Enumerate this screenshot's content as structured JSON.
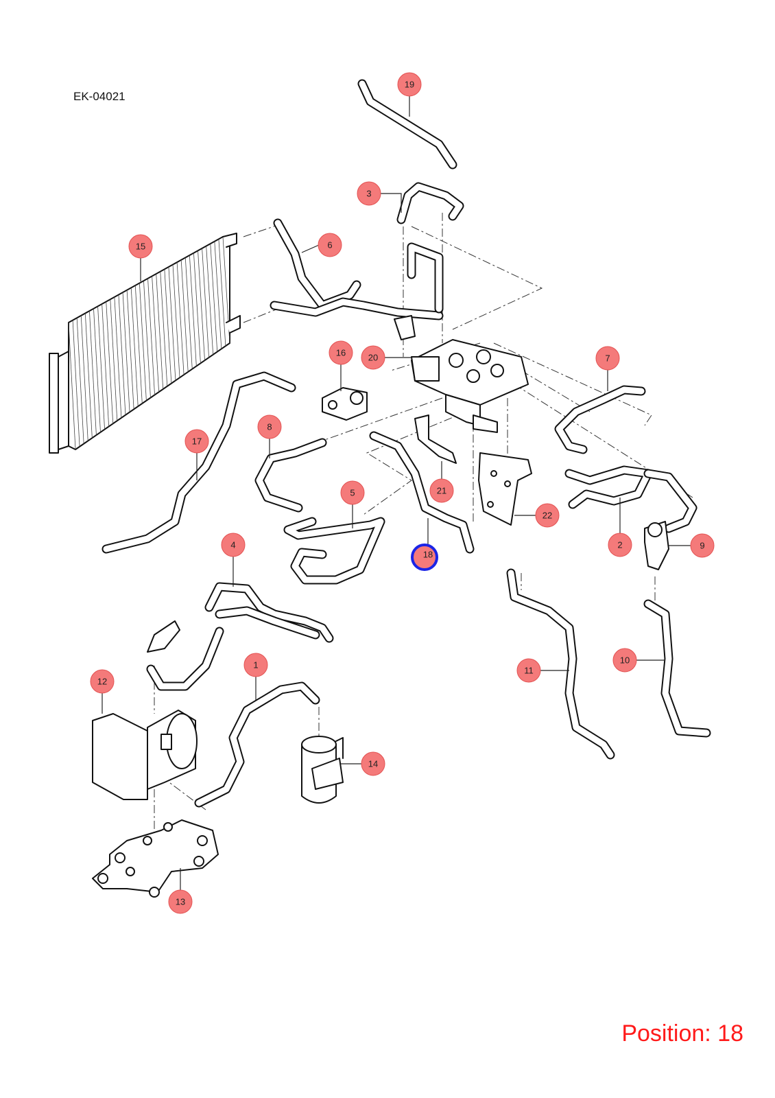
{
  "diagram_code": "EK-04021",
  "position_text": "Position: 18",
  "selected_callout": "18",
  "colors": {
    "callout_fill": "#f47a7a",
    "selected_ring": "#1b24e6",
    "position_text": "#ff1a1a"
  },
  "callouts": [
    "1",
    "2",
    "3",
    "4",
    "5",
    "6",
    "7",
    "8",
    "9",
    "10",
    "11",
    "12",
    "13",
    "14",
    "15",
    "16",
    "17",
    "18",
    "19",
    "20",
    "21",
    "22"
  ]
}
